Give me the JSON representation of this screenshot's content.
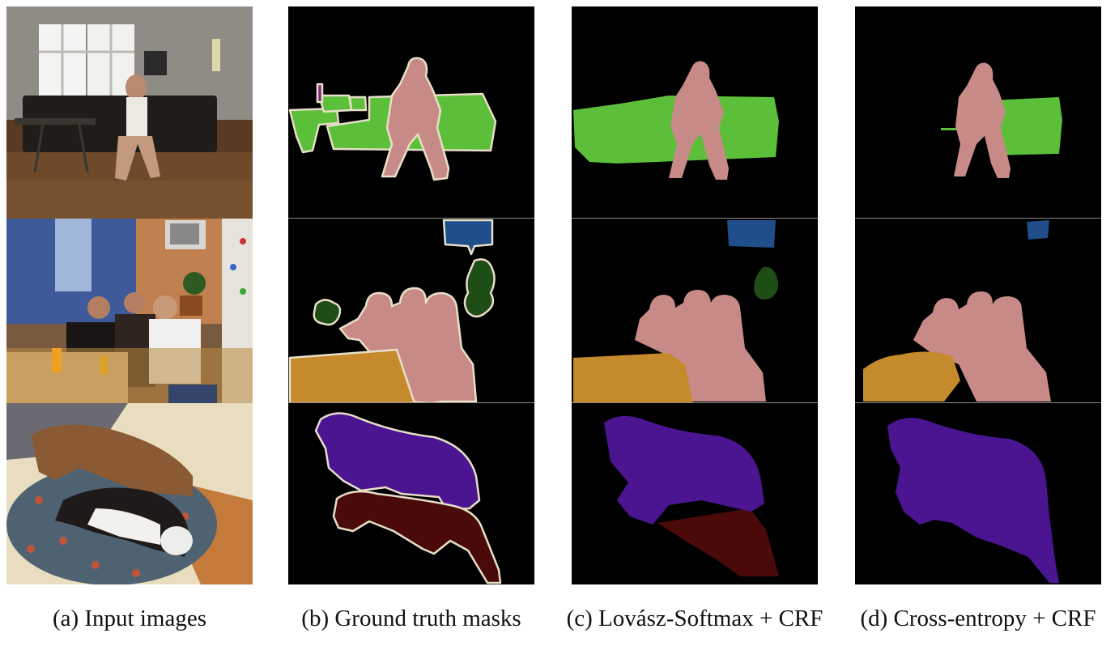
{
  "figure": {
    "captions": [
      "(a) Input images",
      "(b) Ground truth masks",
      "(c) Lovász-Softmax + CRF",
      "(d) Cross-entropy + CRF"
    ]
  },
  "colors": {
    "background": "#000000",
    "sofa": "#5cbf3a",
    "person": "#c88a86",
    "tvmonitor": "#1f4e8a",
    "pottedplant": "#1e4d16",
    "diningtable": "#c48a2c",
    "dog": "#4b1592",
    "cat": "#4a0a0a",
    "void_outline": "#e8dfc9",
    "bottle": "#7a2a78"
  }
}
